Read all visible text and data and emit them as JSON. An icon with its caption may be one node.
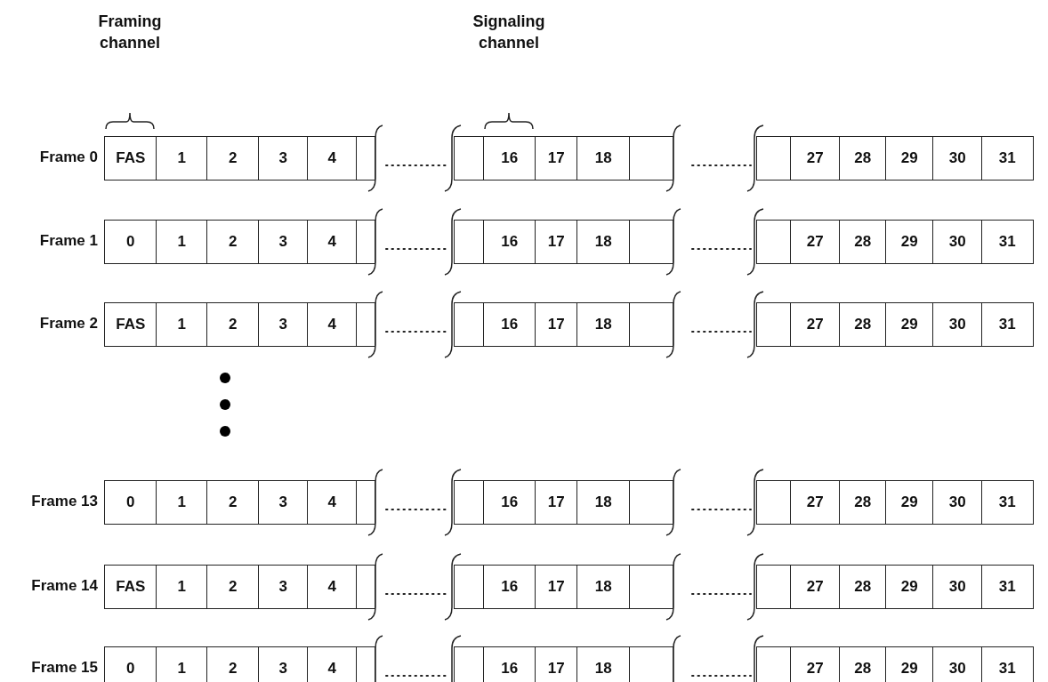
{
  "diagram": {
    "labels": [
      "Framing channel",
      "Signaling channel",
      "Frame 0",
      "FAS",
      "1",
      "2",
      "3",
      "4",
      "16",
      "17",
      "18",
      "27",
      "28",
      "29",
      "30",
      "31",
      "Frame 1",
      "0",
      "1",
      "2",
      "3",
      "4",
      "16",
      "17",
      "18",
      "27",
      "28",
      "29",
      "30",
      "31",
      "Frame 2",
      "FAS",
      "1",
      "2",
      "3",
      "4",
      "16",
      "17",
      "18",
      "27",
      "28",
      "29",
      "30",
      "31",
      "Frame 13",
      "0",
      "1",
      "2",
      "3",
      "4",
      "16",
      "17",
      "18",
      "27",
      "28",
      "29",
      "30",
      "31",
      "Frame 14",
      "FAS",
      "1",
      "2",
      "3",
      "4",
      "16",
      "17",
      "18",
      "27",
      "28",
      "29",
      "30",
      "31",
      "Frame 15",
      "0",
      "1",
      "2",
      "3",
      "4",
      "16",
      "17",
      "18",
      "27",
      "28",
      "29",
      "30",
      "31"
    ]
  }
}
